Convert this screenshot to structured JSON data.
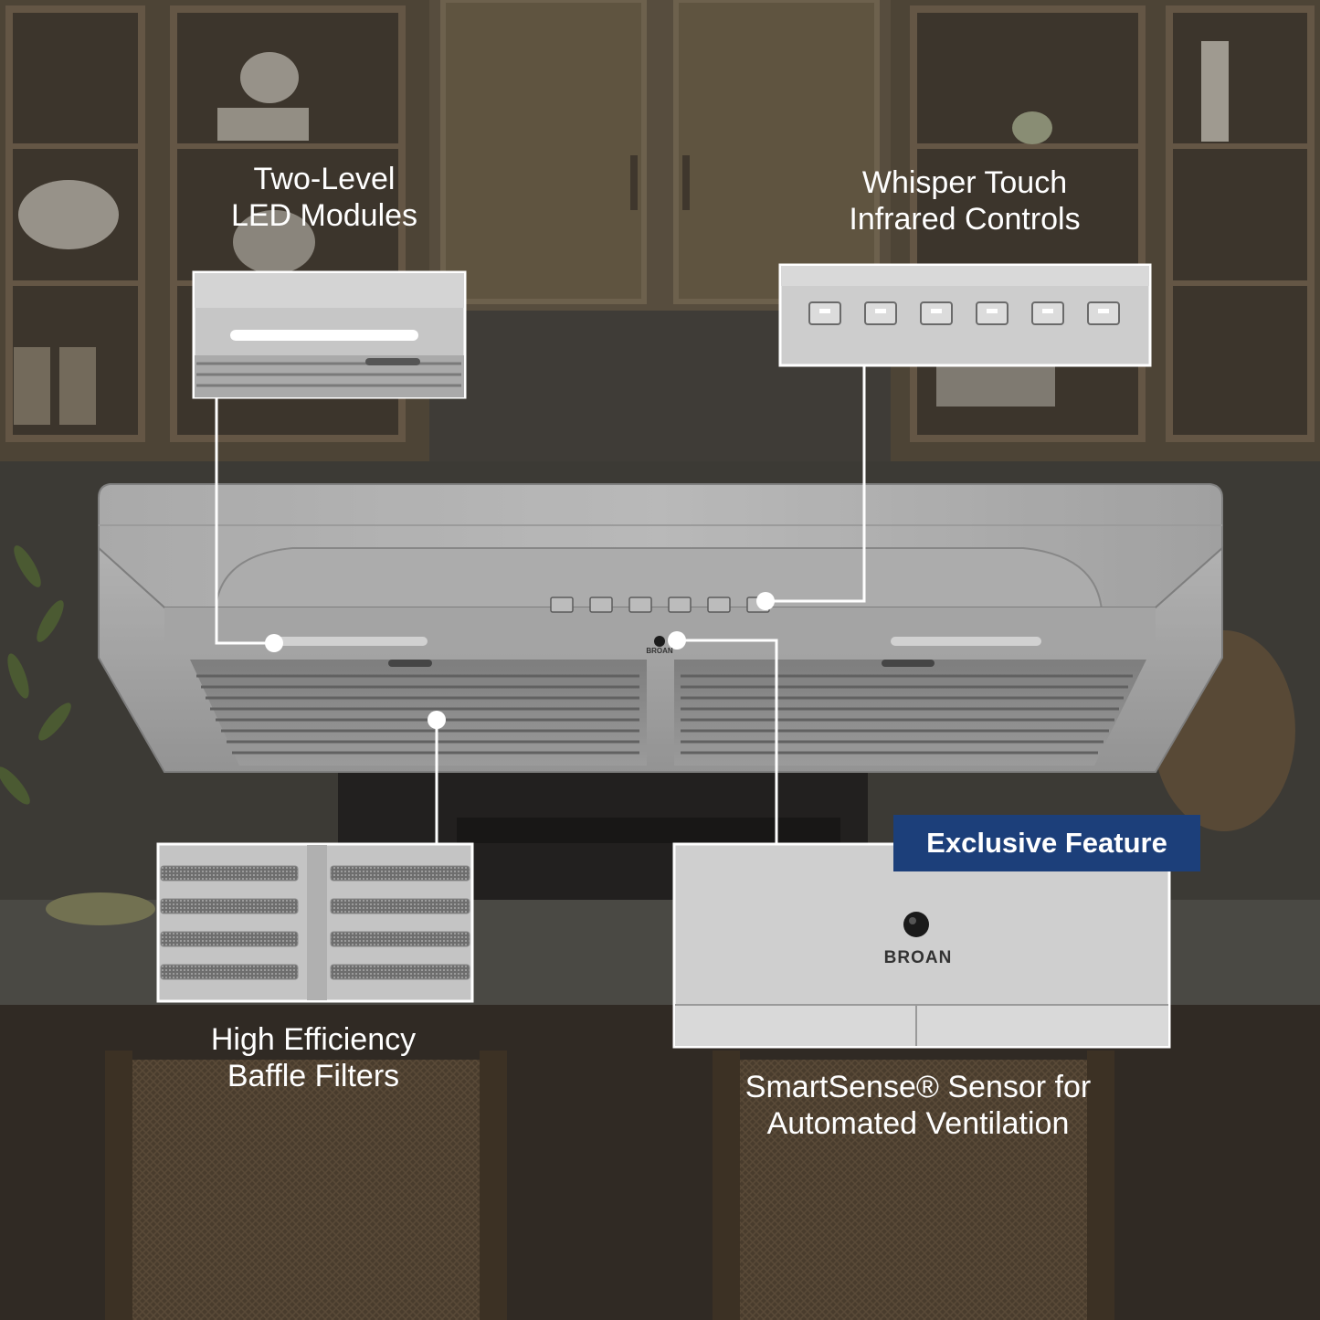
{
  "callouts": {
    "led": {
      "line1": "Two-Level",
      "line2": "LED Modules"
    },
    "controls": {
      "line1": "Whisper Touch",
      "line2": "Infrared Controls"
    },
    "filters": {
      "line1": "High Efficiency",
      "line2": "Baffle Filters"
    },
    "sensor": {
      "line1": "SmartSense® Sensor for",
      "line2": "Automated Ventilation"
    }
  },
  "badge": {
    "text": "Exclusive Feature"
  },
  "brand": {
    "logo_text": "BROAN"
  },
  "colors": {
    "badge_blue": "#1c3f7a",
    "steel": "#c9c9c9",
    "cabinet": "#7a6a55",
    "overlay_text": "#ffffff"
  },
  "icons": {
    "control_buttons": [
      "fan-low-icon",
      "fan-medium-icon",
      "fan-high-icon",
      "light-icon",
      "auto-icon",
      "power-timer-icon"
    ]
  }
}
